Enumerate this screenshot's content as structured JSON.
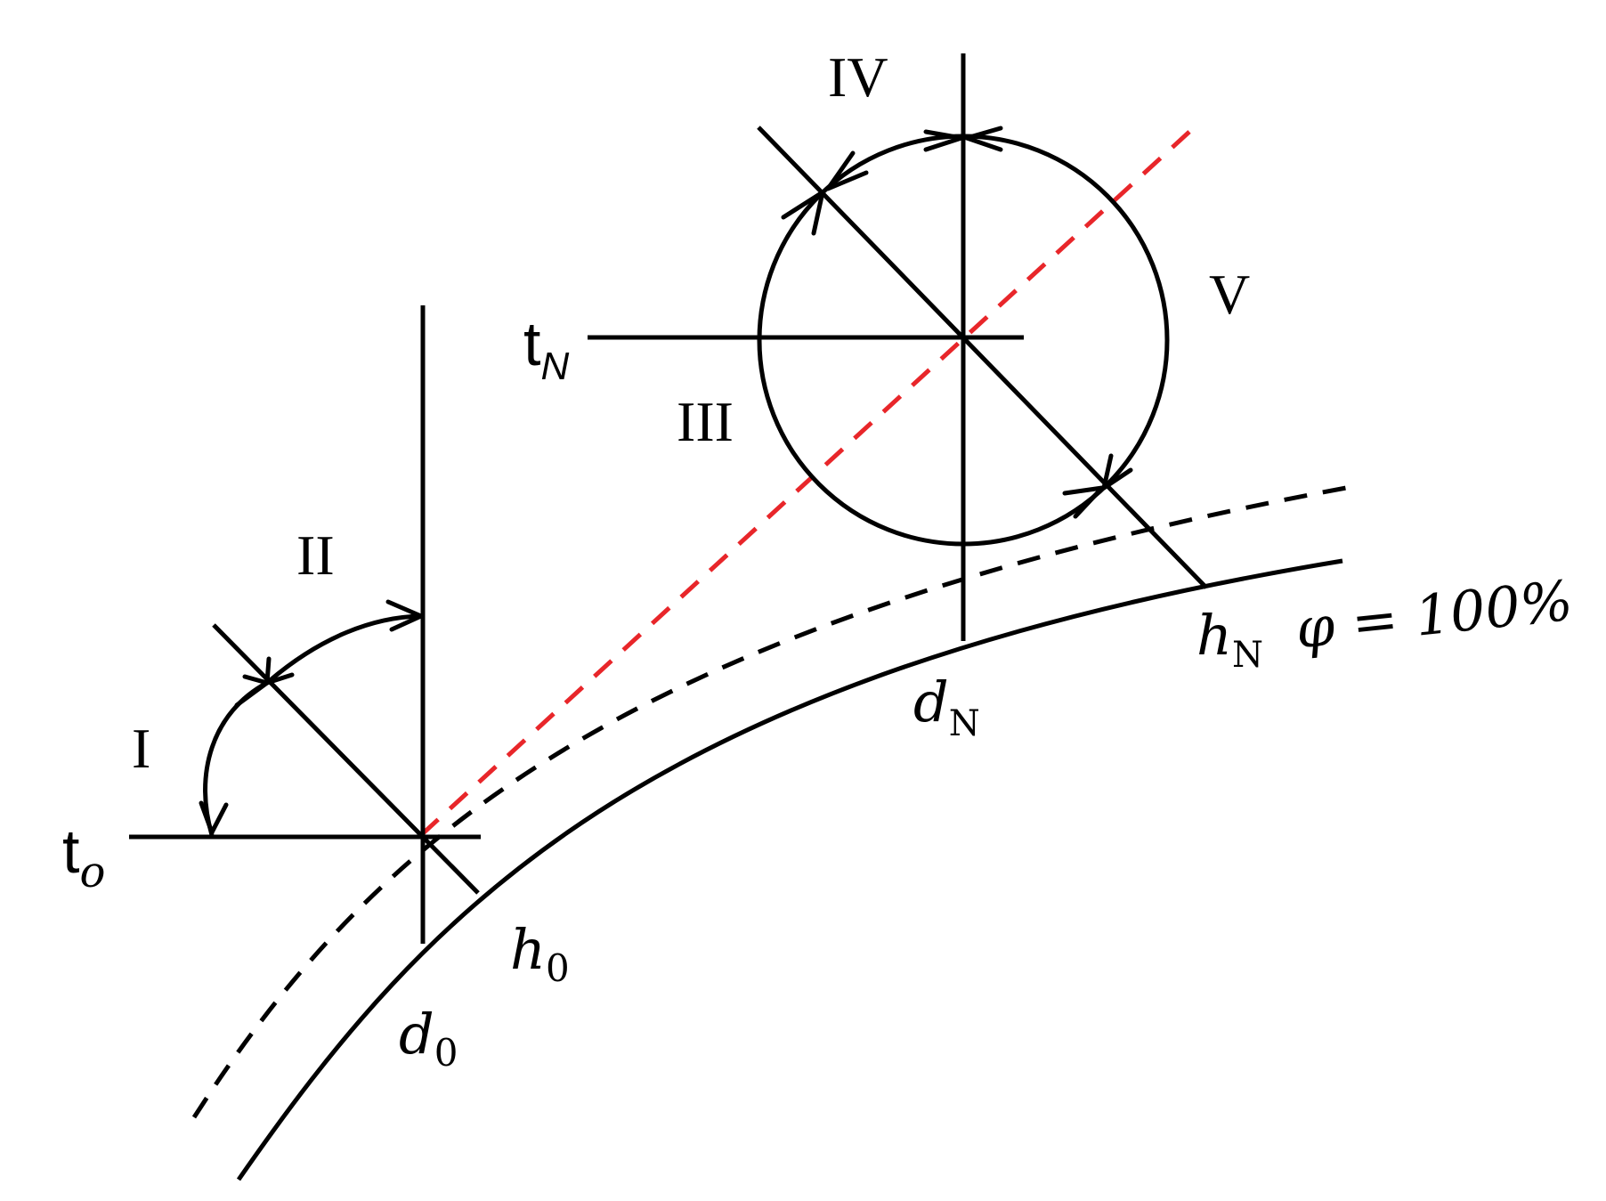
{
  "colors": {
    "ink": "#000000",
    "accent_dashed": "#e8262a",
    "background": "#ffffff"
  },
  "labels": {
    "t0_base": "t",
    "t0_sub": "o",
    "tN_base": "t",
    "tN_sub": "N",
    "h0_base": "h",
    "h0_sub": "0",
    "d0_base": "d",
    "d0_sub": "0",
    "hN_base": "h",
    "hN_sub": "N",
    "dN_base": "d",
    "dN_sub": "N",
    "phi": "φ = 100%",
    "zone_1": "I",
    "zone_2": "II",
    "zone_3": "III",
    "zone_4": "IV",
    "zone_5": "V"
  }
}
